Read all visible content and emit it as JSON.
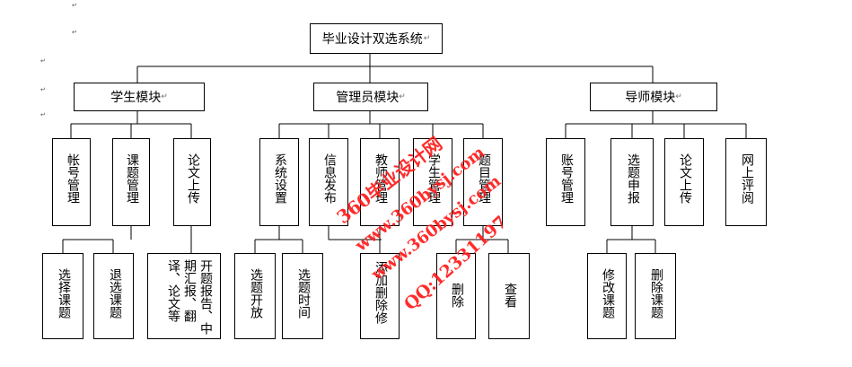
{
  "title": "毕业设计双选系统",
  "modules": {
    "student": "学生模块",
    "admin": "管理员模块",
    "tutor": "导师模块"
  },
  "level2": {
    "account_mgmt": "帐号管理",
    "topic_mgmt": "课题管理",
    "thesis_upload": "论文上传",
    "system_settings": "系统设置",
    "info_publish": "信息发布",
    "teacher_mgmt": "教师管理",
    "student_mgmt": "学生管理",
    "topic_mgmt_admin": "题目管理",
    "account_mgmt_tutor": "账号管理",
    "topic_apply": "选题申报",
    "thesis_upload_tutor": "论文上传",
    "online_review": "网上评阅"
  },
  "level3": {
    "select_topic": "选择课题",
    "drop_topic": "退选课题",
    "proposal_report": "开题报告、中期汇报、翻译、论文等",
    "open_selection": "选题开放",
    "selection_time": "选题时间",
    "add_delete_modify": "添加删除修",
    "delete": "删除",
    "view": "查看",
    "modify_topic": "修改课题",
    "delete_topic": "删除课题"
  },
  "marks": {
    "return": "↵",
    "pilcrow": "↵"
  },
  "watermark": {
    "line1": "360毕业设计网",
    "line2": "www.360bysj.com",
    "line3": "www.360bysj.com",
    "line4": "QQ:12331197"
  },
  "colors": {
    "line": "#000000",
    "watermark": "#ff1a1a"
  }
}
